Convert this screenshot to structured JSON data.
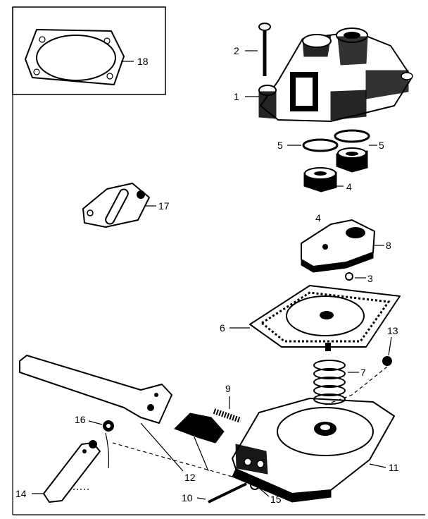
{
  "callouts": {
    "c1": "1",
    "c2": "2",
    "c3": "3",
    "c4a": "4",
    "c4b": "4",
    "c5a": "5",
    "c5b": "5",
    "c6": "6",
    "c7": "7",
    "c8": "8",
    "c9": "9",
    "c10": "10",
    "c11": "11",
    "c12": "12",
    "c13": "13",
    "c14": "14",
    "c15": "15",
    "c16": "16",
    "c17": "17",
    "c18": "18"
  }
}
